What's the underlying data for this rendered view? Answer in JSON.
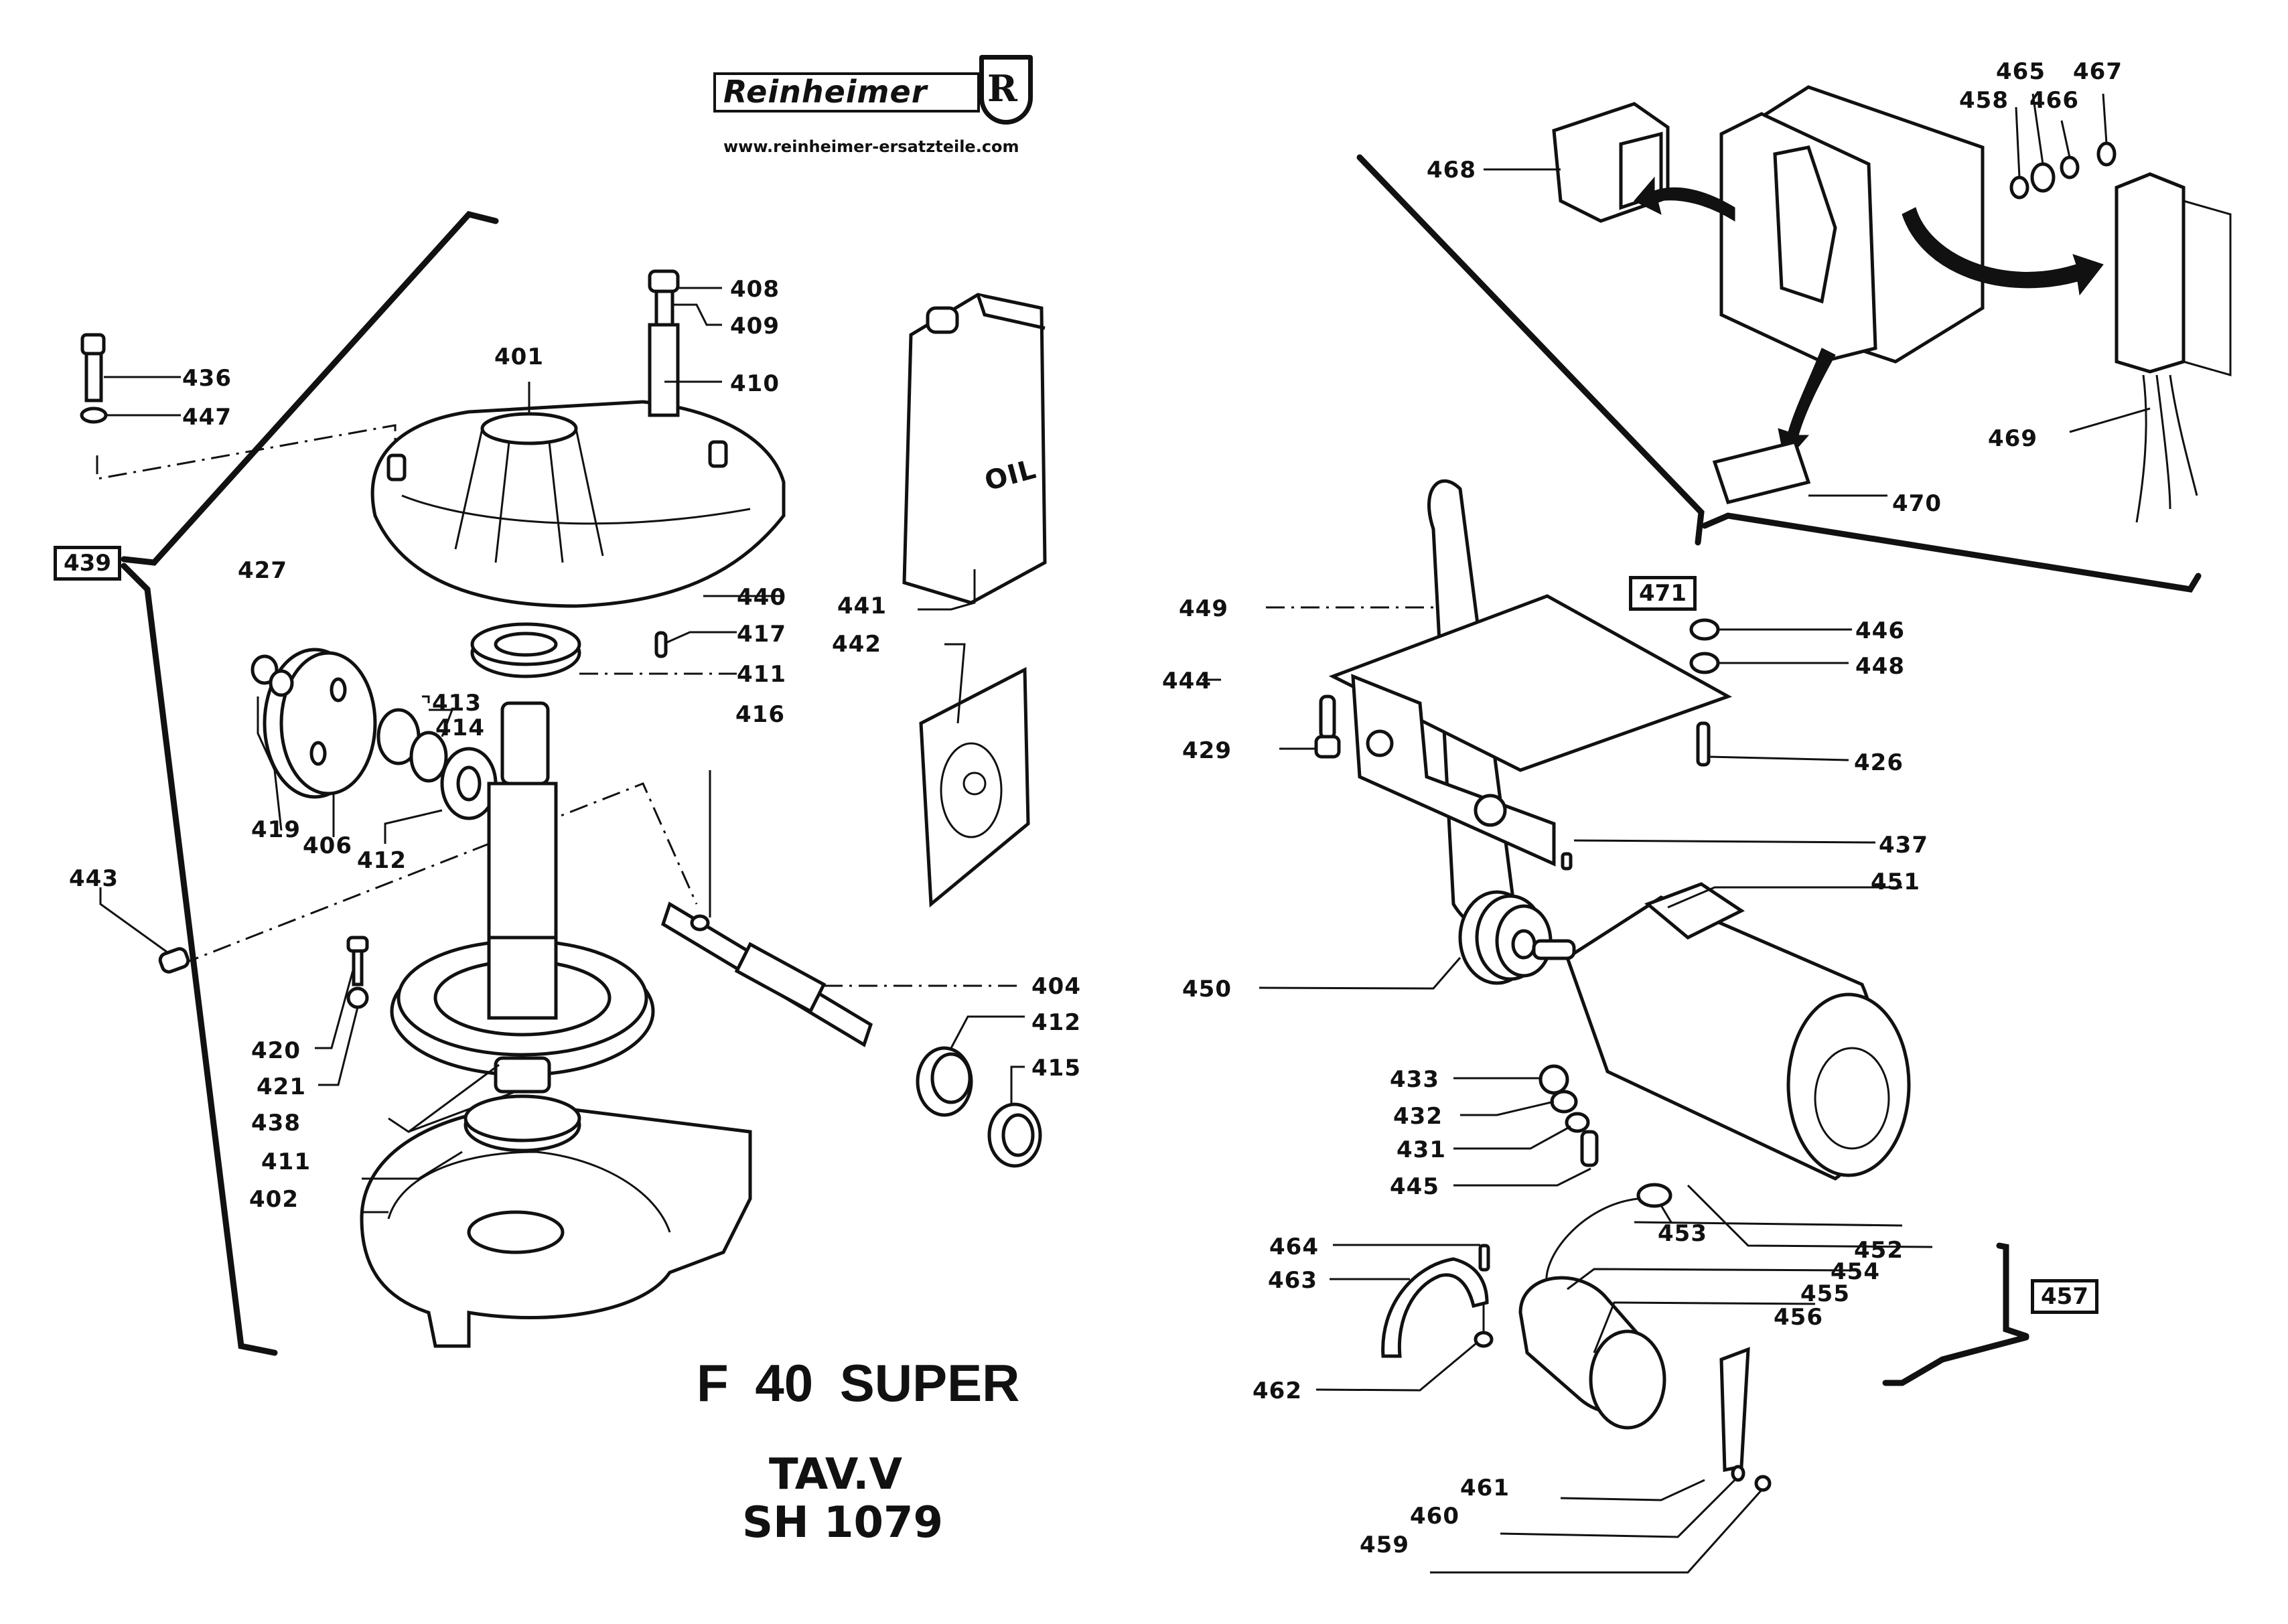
{
  "header": {
    "brand": "Reinheimer",
    "brand_emblem": "R",
    "website": "www.reinheimer-ersatzteile.com"
  },
  "title": {
    "model": "F 40 SUPER",
    "table": "TAV.V",
    "code": "SH 1079"
  },
  "groups": {
    "g439": "439",
    "g471": "471",
    "g457": "457"
  },
  "labels": {
    "p436": "436",
    "p447": "447",
    "p401": "401",
    "p408": "408",
    "p409": "409",
    "p410": "410",
    "p440": "440",
    "p417": "417",
    "p411a": "411",
    "p416": "416",
    "p427": "427",
    "p413": "413",
    "p414": "414",
    "p419": "419",
    "p406": "406",
    "p412a": "412",
    "p443": "443",
    "p404": "404",
    "p412b": "412",
    "p415": "415",
    "p420": "420",
    "p421": "421",
    "p438": "438",
    "p411b": "411",
    "p402": "402",
    "p441": "441",
    "p442": "442",
    "p468": "468",
    "p465": "465",
    "p467": "467",
    "p458": "458",
    "p466": "466",
    "p469": "469",
    "p470": "470",
    "p449": "449",
    "p444": "444",
    "p429": "429",
    "p446": "446",
    "p448": "448",
    "p426": "426",
    "p437": "437",
    "p451": "451",
    "p450": "450",
    "p433": "433",
    "p432": "432",
    "p431": "431",
    "p445": "445",
    "p453": "453",
    "p452": "452",
    "p454": "454",
    "p455": "455",
    "p456": "456",
    "p464": "464",
    "p463": "463",
    "p462": "462",
    "p461": "461",
    "p460": "460",
    "p459": "459"
  },
  "part_text": {
    "oil_can": "OIL"
  },
  "icons": {
    "arrow": "curved-arrow",
    "logo": "shield-R-emblem"
  }
}
